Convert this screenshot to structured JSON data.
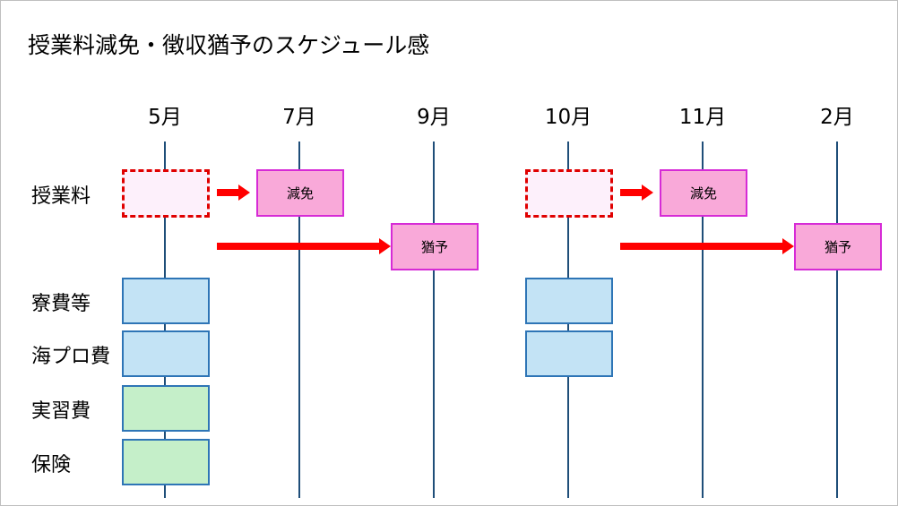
{
  "title": "授業料減免・徴収猶予のスケジュール感",
  "months": [
    "5月",
    "7月",
    "9月",
    "10月",
    "11月",
    "2月"
  ],
  "rows": {
    "tuition": "授業料",
    "dorm": "寮費等",
    "sea_program": "海プロ費",
    "practical": "実習費",
    "insurance": "保険"
  },
  "boxes": {
    "reduction": "減免",
    "deferral": "猶予"
  },
  "colors": {
    "timeline": "#1f4e79",
    "arrow": "#ff0000",
    "dashed_border": "#e00000",
    "pink_fill": "#f9a9d9",
    "pink_border": "#d62bd6",
    "blue_fill": "#c3e3f5",
    "green_fill": "#c5efc9"
  }
}
